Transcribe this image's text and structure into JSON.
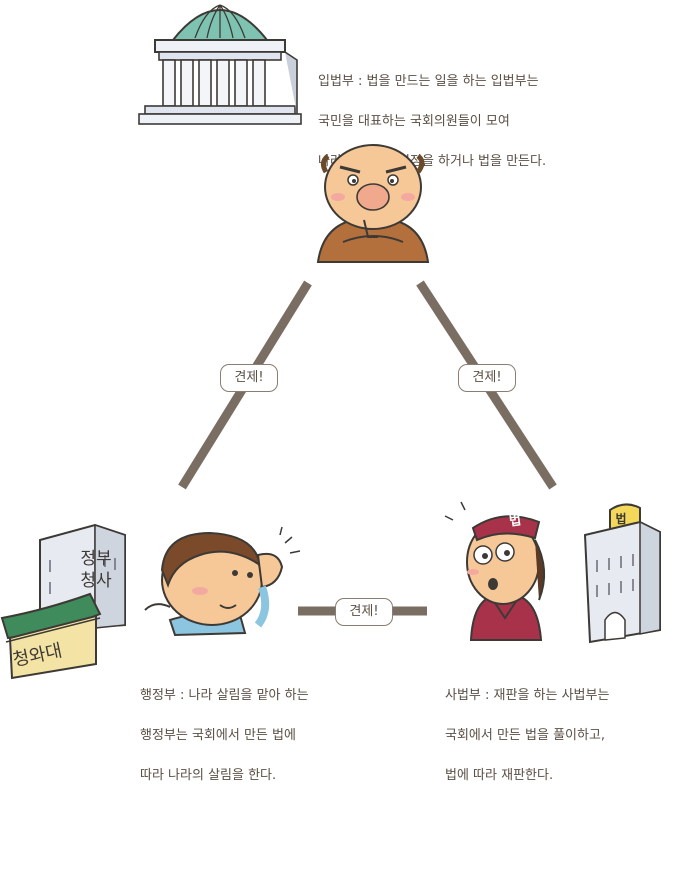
{
  "colors": {
    "line": "#7a6e63",
    "text": "#5a4f45",
    "dome": "#7ec3b2",
    "skin": "#f6c898",
    "jacket_brown": "#b3703c",
    "robe_red": "#a8324a",
    "roof_green": "#3f8b5c",
    "shirt_blue": "#8cc5e0"
  },
  "legislative": {
    "line1": "입법부 :  법을 만드는 일을 하는 입법부는",
    "line2": "국민을 대표하는 국회의원들이 모여",
    "line3": "나라의 중요한 결정을 하거나 법을 만든다."
  },
  "executive": {
    "line1": "행정부 :  나라 살림을 맡아 하는",
    "line2": "행정부는 국회에서 만든 법에",
    "line3": "따라 나라의 살림을 한다.",
    "sign_government": "정부\n청사",
    "sign_bluehouse": "청와대"
  },
  "judicial": {
    "line1": "사법부 :  재판을 하는 사법부는",
    "line2": "국회에서 만든 법을 풀이하고,",
    "line3": "법에 따라 재판한다.",
    "hat_label": "법",
    "building_label": "법"
  },
  "checks": {
    "left": "견제!",
    "right": "견제!",
    "bottom": "견제!"
  }
}
